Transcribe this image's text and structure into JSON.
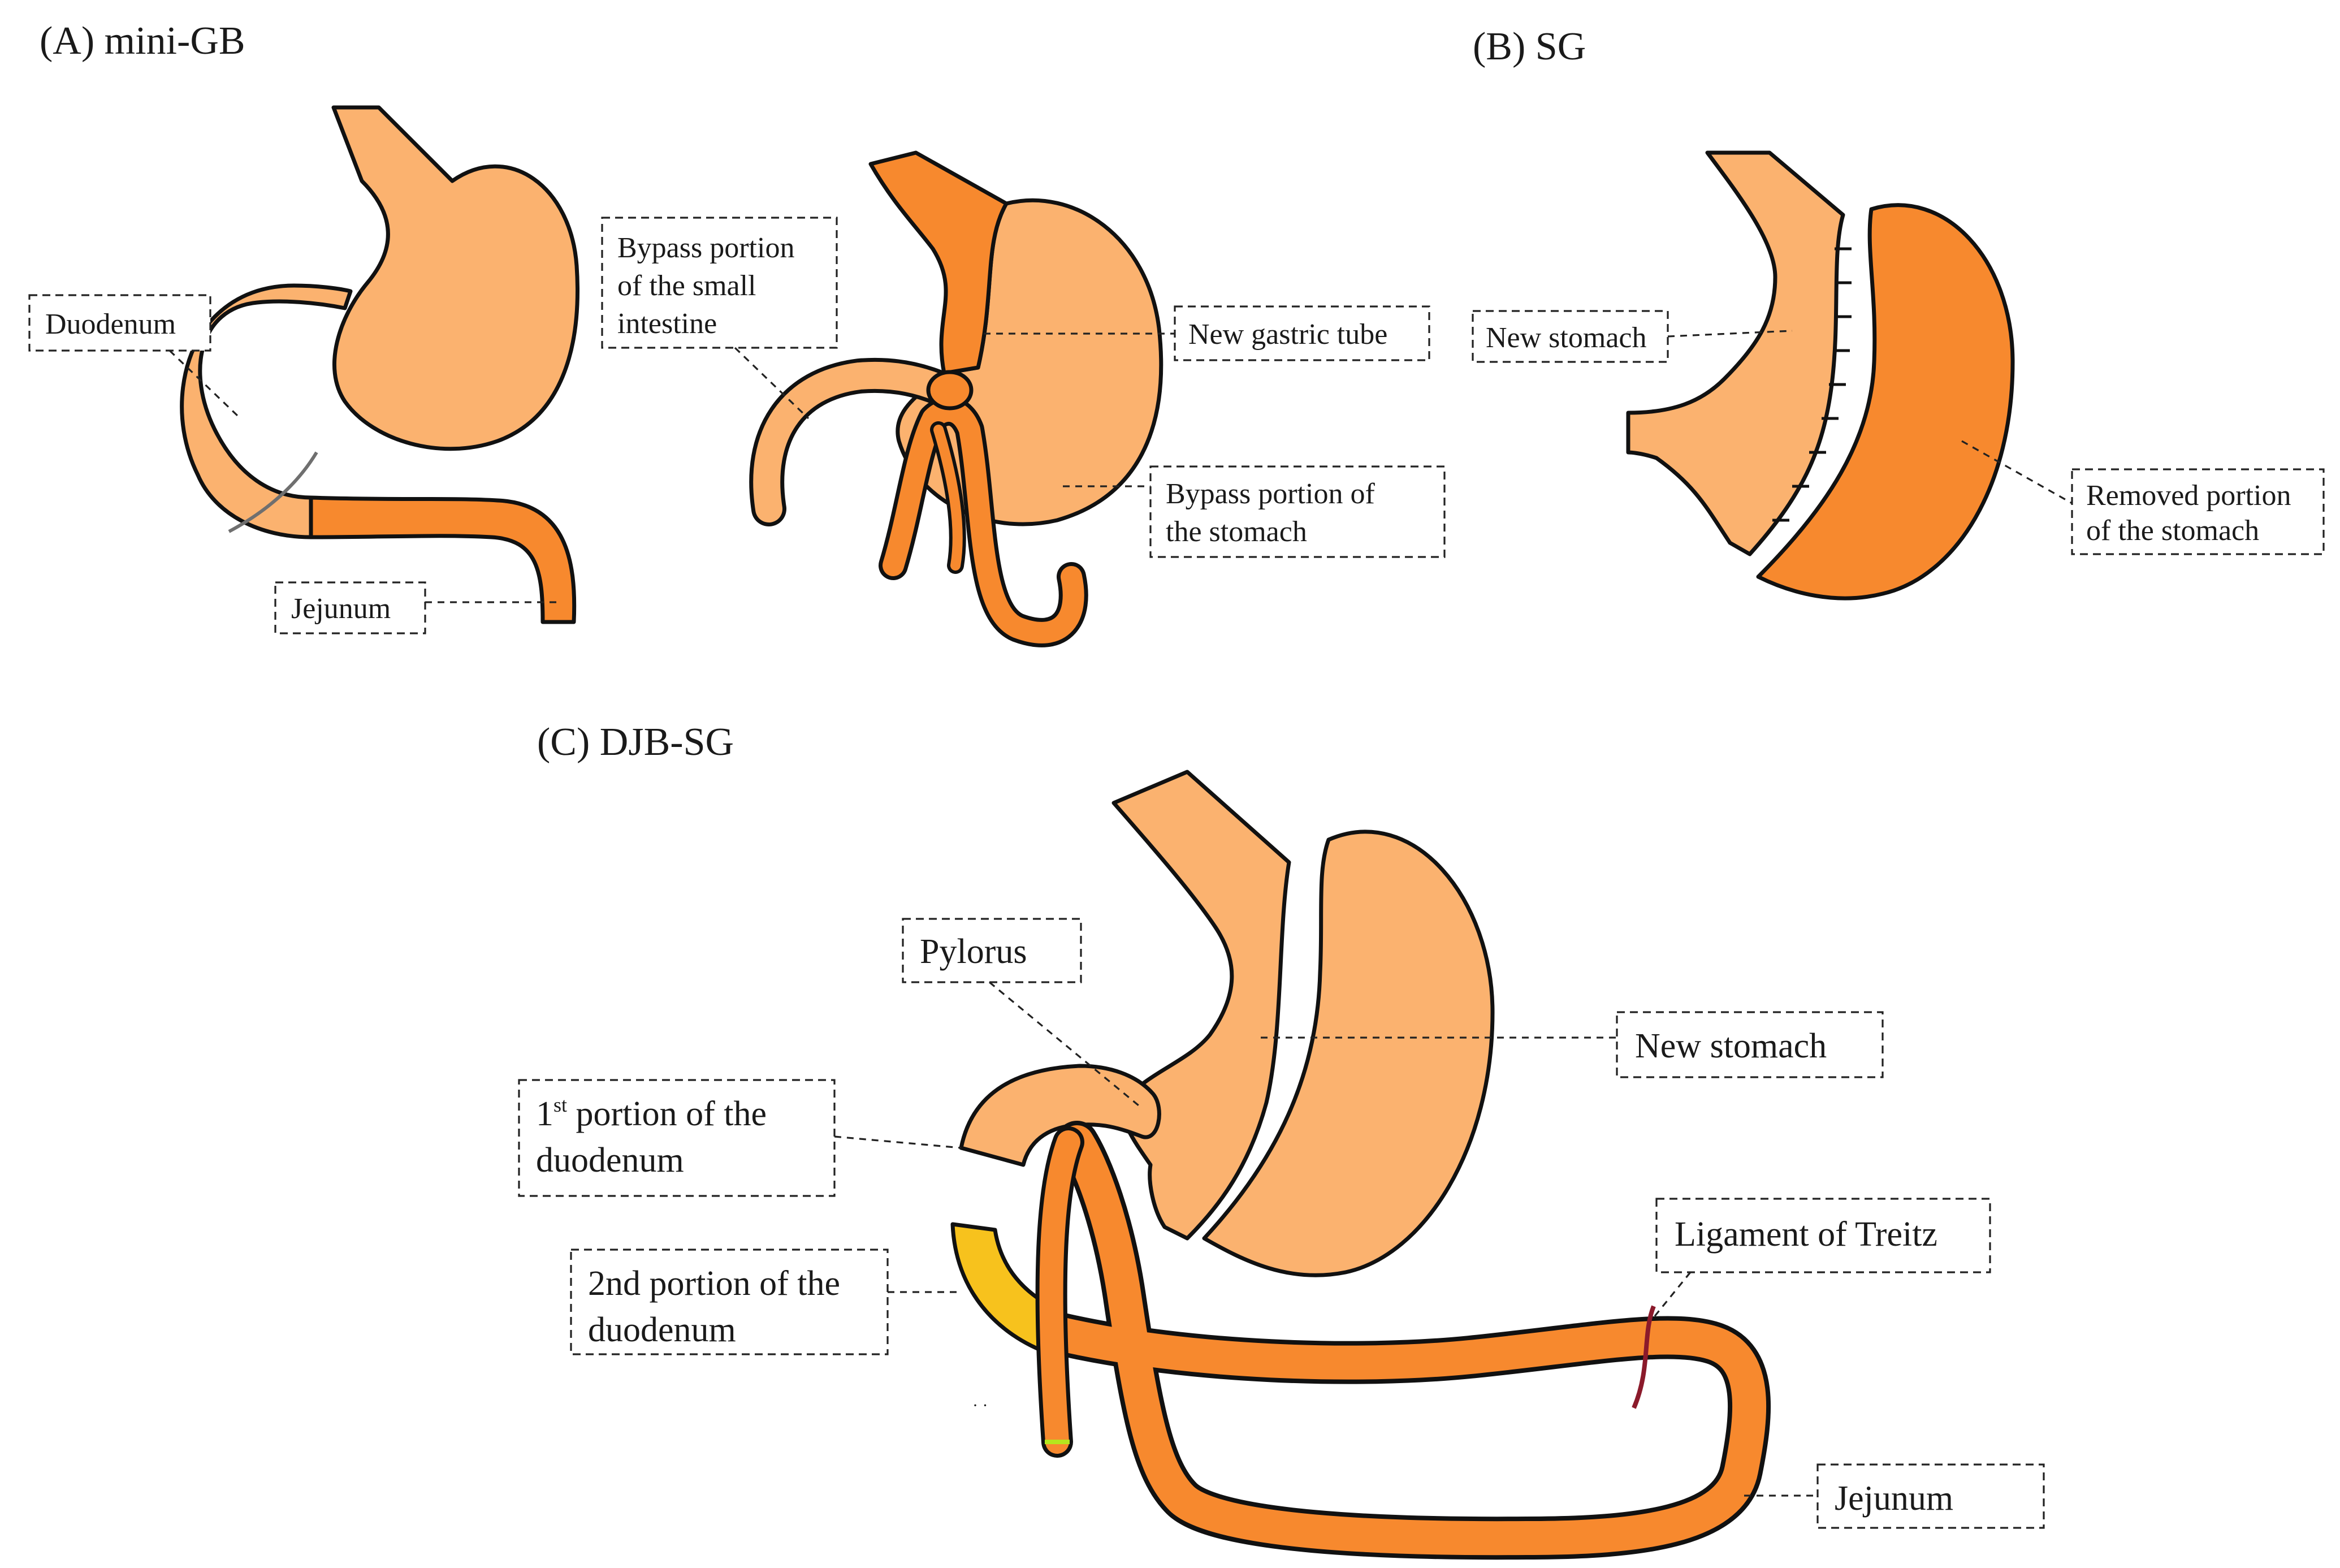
{
  "colors": {
    "stomach_light": "#fbb26f",
    "intestine_dark": "#f7892e",
    "duodenum_yellow": "#f7c21d",
    "outline": "#111111",
    "ligament": "#8b1a2b"
  },
  "panels": {
    "a": {
      "title": "(A) mini-GB",
      "labels": {
        "duodenum": "Duodenum",
        "jejunum": "Jejunum",
        "bypass_small_intestine": [
          "Bypass portion",
          "of the small",
          "intestine"
        ],
        "new_gastric_tube": "New gastric tube",
        "bypass_stomach": [
          "Bypass portion of",
          "the stomach"
        ]
      }
    },
    "b": {
      "title": "(B) SG",
      "labels": {
        "new_stomach": "New stomach",
        "removed_portion": [
          "Removed portion",
          "of the stomach"
        ]
      }
    },
    "c": {
      "title": "(C) DJB-SG",
      "labels": {
        "pylorus": "Pylorus",
        "first_portion_num": "1",
        "first_portion_sup": "st",
        "first_portion_rest": " portion of the",
        "first_portion_line2": "duodenum",
        "second_portion": [
          "2nd portion of the",
          "duodenum"
        ],
        "new_stomach": "New stomach",
        "ligament": "Ligament of Treitz",
        "jejunum": "Jejunum"
      }
    }
  }
}
